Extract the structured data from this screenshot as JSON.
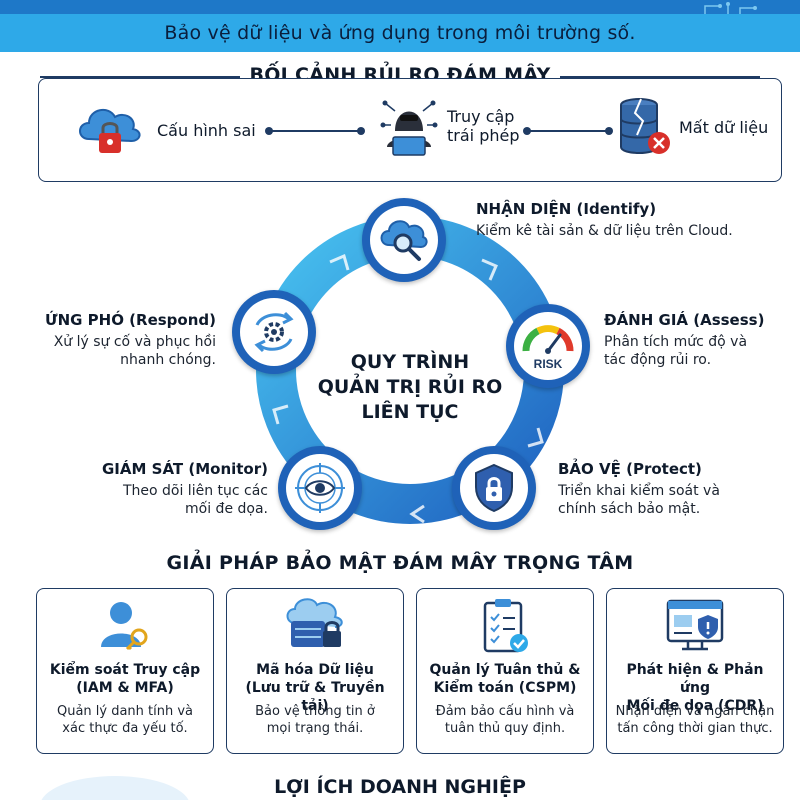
{
  "banner": {
    "subtitle": "Bảo vệ dữ liệu và ứng dụng trong môi trường số."
  },
  "risk_context": {
    "title": "BỐI CẢNH RỦI RO ĐÁM MÂY",
    "items": [
      {
        "label": "Cấu hình sai",
        "icon": "cloud-lock-icon"
      },
      {
        "label_line1": "Truy cập",
        "label_line2": "trái phép",
        "icon": "hacker-icon"
      },
      {
        "label": "Mất dữ liệu",
        "icon": "broken-database-icon"
      }
    ]
  },
  "cycle": {
    "center_line1": "QUY TRÌNH",
    "center_line2": "QUẢN TRỊ RỦI RO",
    "center_line3": "LIÊN TỤC",
    "stages": [
      {
        "title": "NHẬN DIỆN (Identify)",
        "desc_line1": "Kiểm kê tài sản & dữ liệu trên Cloud.",
        "icon": "cloud-search-icon"
      },
      {
        "title": "ĐÁNH GIÁ (Assess)",
        "desc_line1": "Phân tích mức độ và",
        "desc_line2": "tác động rủi ro.",
        "icon": "risk-gauge-icon",
        "badge": "RISK"
      },
      {
        "title": "BẢO VỆ (Protect)",
        "desc_line1": "Triển khai kiểm soát và",
        "desc_line2": "chính sách bảo mật.",
        "icon": "shield-lock-icon"
      },
      {
        "title": "GIÁM SÁT (Monitor)",
        "desc_line1": "Theo dõi liên tục các",
        "desc_line2": "mối đe dọa.",
        "icon": "eye-target-icon"
      },
      {
        "title": "ỨNG PHÓ (Respond)",
        "desc_line1": "Xử lý sự cố và phục hồi",
        "desc_line2": "nhanh chóng.",
        "icon": "gear-cycle-icon"
      }
    ]
  },
  "solutions": {
    "title": "GIẢI PHÁP BẢO MẬT ĐÁM MÂY TRỌNG TÂM",
    "cards": [
      {
        "title_line1": "Kiểm soát Truy cập",
        "title_line2": "(IAM & MFA)",
        "desc_line1": "Quản lý danh tính và",
        "desc_line2": "xác thực đa yếu tố.",
        "icon": "user-key-icon"
      },
      {
        "title_line1": "Mã hóa Dữ liệu",
        "title_line2": "(Lưu trữ & Truyền tải)",
        "desc_line1": "Bảo vệ thông tin ở",
        "desc_line2": "mọi trạng thái.",
        "icon": "cloud-server-lock-icon"
      },
      {
        "title_line1": "Quản lý Tuân thủ &",
        "title_line2": "Kiểm toán (CSPM)",
        "desc_line1": "Đảm bảo cấu hình và",
        "desc_line2": "tuân thủ quy định.",
        "icon": "checklist-icon"
      },
      {
        "title_line1": "Phát hiện & Phản ứng",
        "title_line2": "Mối đe dọa (CDR)",
        "desc_line1": "Nhận diện và ngăn chặn",
        "desc_line2": "tấn công thời gian thực.",
        "icon": "monitor-alert-icon"
      }
    ]
  },
  "benefits": {
    "title": "LỢI ÍCH DOANH NGHIỆP"
  },
  "colors": {
    "banner": "#2ea9e8",
    "navy": "#1f3b63",
    "node": "#1f62b8",
    "ring": "#2a9fe0"
  }
}
